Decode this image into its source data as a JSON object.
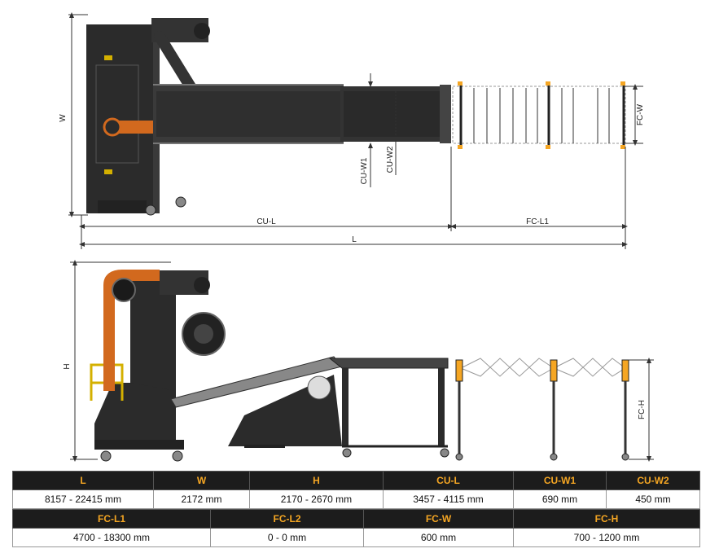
{
  "top_view": {
    "labels": {
      "w": "W",
      "cu_w1": "CU-W1",
      "cu_w2": "CU-W2",
      "fc_w": "FC-W",
      "cu_l": "CU-L",
      "fc_l1": "FC-L1",
      "l": "L"
    }
  },
  "side_view": {
    "labels": {
      "h": "H",
      "fc_h": "FC-H"
    }
  },
  "colors": {
    "accent": "#f5a623",
    "machine_dark": "#2b2b2b",
    "machine_mid": "#3a3a3a",
    "hose_orange": "#d2691e",
    "header_bg": "#1c1c1c"
  },
  "specs": {
    "row1_headers": [
      "L",
      "W",
      "H",
      "CU-L",
      "CU-W1",
      "CU-W2"
    ],
    "row1_values": [
      "8157 - 22415 mm",
      "2172 mm",
      "2170 - 2670 mm",
      "3457 - 4115 mm",
      "690 mm",
      "450 mm"
    ],
    "row2_headers": [
      "FC-L1",
      "FC-L2",
      "FC-W",
      "FC-H"
    ],
    "row2_values": [
      "4700 - 18300 mm",
      "0 - 0 mm",
      "600 mm",
      "700 - 1200 mm"
    ]
  }
}
